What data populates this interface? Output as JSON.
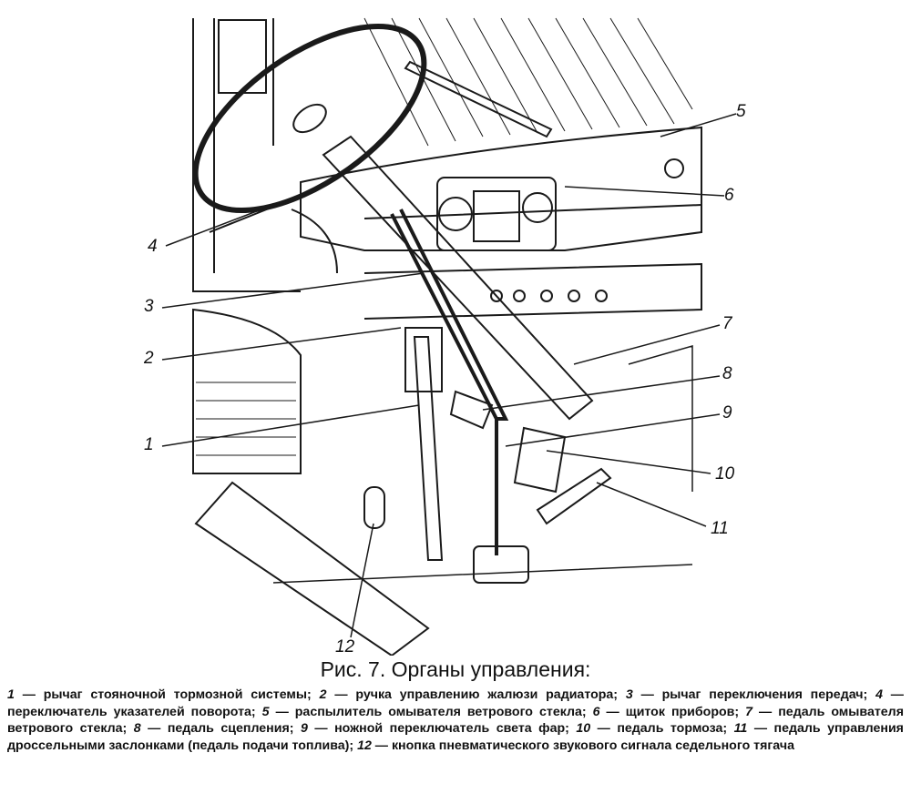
{
  "figure": {
    "callouts": [
      {
        "id": "1",
        "label": "1"
      },
      {
        "id": "2",
        "label": "2"
      },
      {
        "id": "3",
        "label": "3"
      },
      {
        "id": "4",
        "label": "4"
      },
      {
        "id": "5",
        "label": "5"
      },
      {
        "id": "6",
        "label": "6"
      },
      {
        "id": "7",
        "label": "7"
      },
      {
        "id": "8",
        "label": "8"
      },
      {
        "id": "9",
        "label": "9"
      },
      {
        "id": "10",
        "label": "10"
      },
      {
        "id": "11",
        "label": "11"
      },
      {
        "id": "12",
        "label": "12"
      }
    ]
  },
  "caption": {
    "title": "Рис. 7. Органы управления:",
    "legend": [
      {
        "num": "1",
        "sep": " — ",
        "text": "рычаг стояночной тормозной системы;"
      },
      {
        "num": "2",
        "sep": " — ",
        "text": "ручка управлению жалюзи радиатора;"
      },
      {
        "num": "3",
        "sep": " — ",
        "text": "рычаг переключения передач;"
      },
      {
        "num": "4",
        "sep": " — ",
        "text": "переключатель указателей поворота;"
      },
      {
        "num": "5",
        "sep": " — ",
        "text": "распылитель омывателя ветрового стекла;"
      },
      {
        "num": "6",
        "sep": " — ",
        "text": "щиток приборов;"
      },
      {
        "num": "7",
        "sep": " — ",
        "text": "педаль омывателя ветрового стекла;"
      },
      {
        "num": "8",
        "sep": " — ",
        "text": "педаль сцепления;"
      },
      {
        "num": "9",
        "sep": " — ",
        "text": "ножной переключатель света фар;"
      },
      {
        "num": "10",
        "sep": " — ",
        "text": "педаль тормоза;"
      },
      {
        "num": "11",
        "sep": " — ",
        "text": "педаль управления дроссельными заслонками (педаль подачи топлива);"
      },
      {
        "num": "12",
        "sep": " — ",
        "text": "кнопка пневматического звукового сигнала седельного тягача"
      }
    ]
  }
}
